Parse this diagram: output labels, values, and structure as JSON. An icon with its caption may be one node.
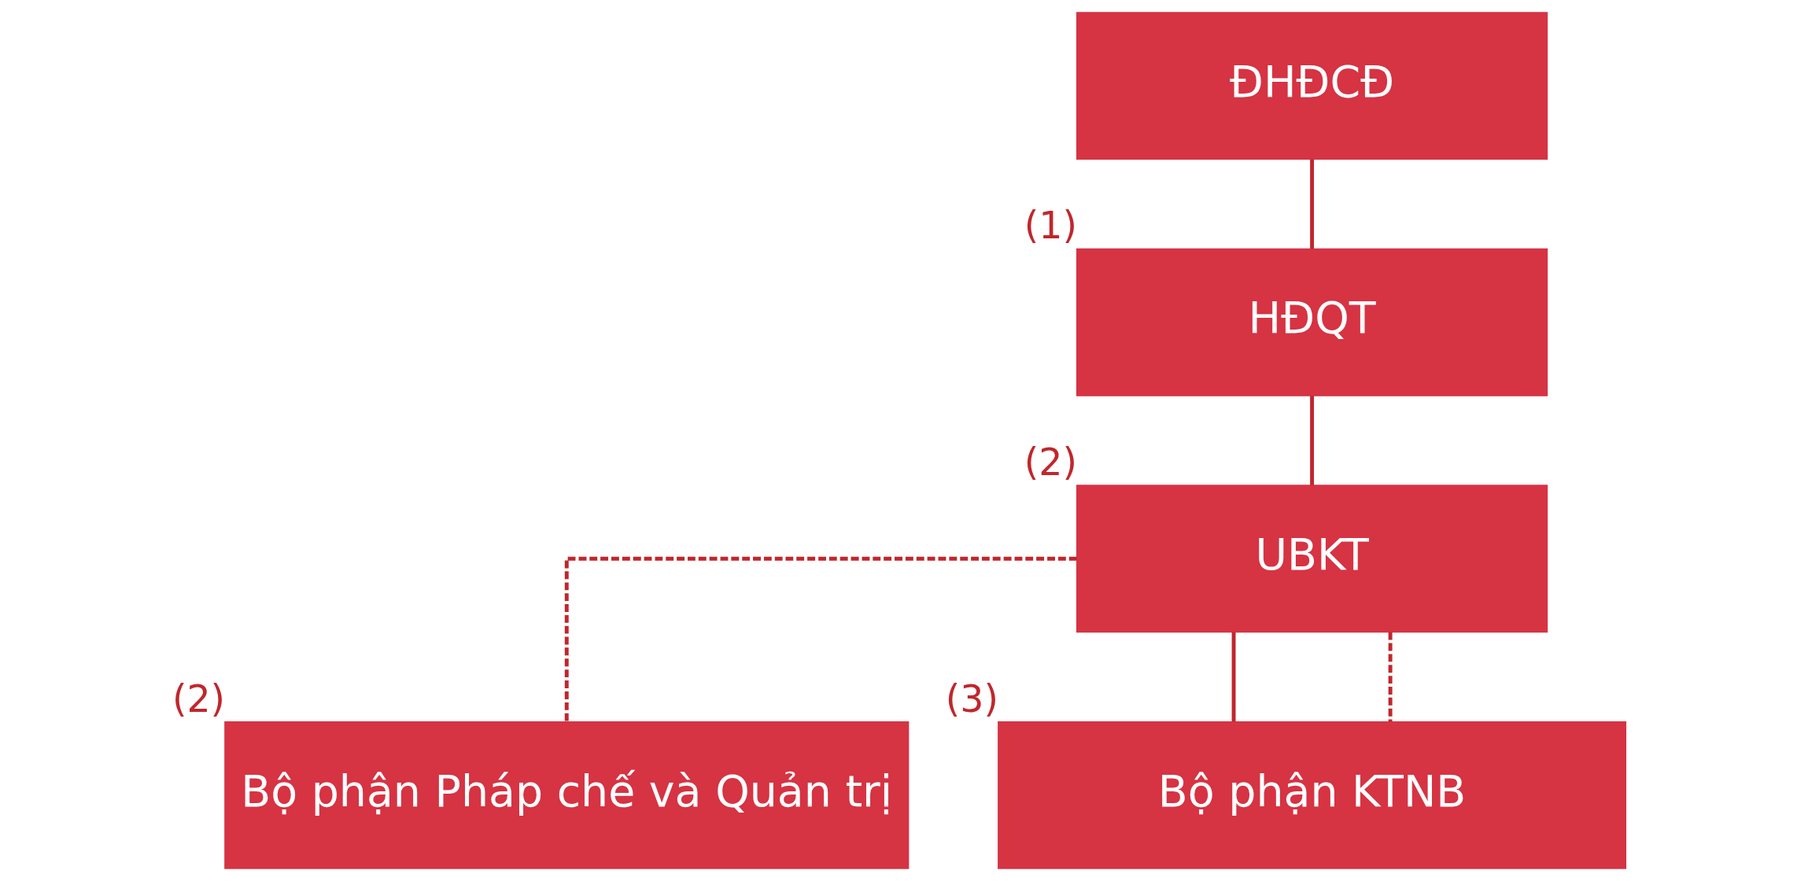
{
  "diagram": {
    "nodes": [
      {
        "text": [
          "ĐHĐCĐ"
        ]
      },
      {
        "text": [
          "HĐQT"
        ],
        "beside": [
          "(1)"
        ]
      },
      {
        "text": [
          "UBKT"
        ],
        "beside": [
          "(2)"
        ]
      },
      {
        "text": [
          "Bộ phận Pháp chế và Quản trị"
        ],
        "beside": [
          "(2)"
        ]
      },
      {
        "text": [
          "Bộ phận KTNB"
        ],
        "beside": [
          "(3)"
        ]
      }
    ],
    "edges": [
      {
        "from": 0,
        "to": 1,
        "arrow": "none"
      },
      {
        "from": 1,
        "to": 2,
        "arrow": "none"
      },
      {
        "from": 2,
        "to": 4,
        "arrow": "none"
      },
      {
        "from": 2,
        "to": 3,
        "arrow": "none",
        "style": "dashed"
      },
      {
        "from": 2,
        "to": 4,
        "arrow": "none",
        "style": "dashed"
      }
    ]
  }
}
